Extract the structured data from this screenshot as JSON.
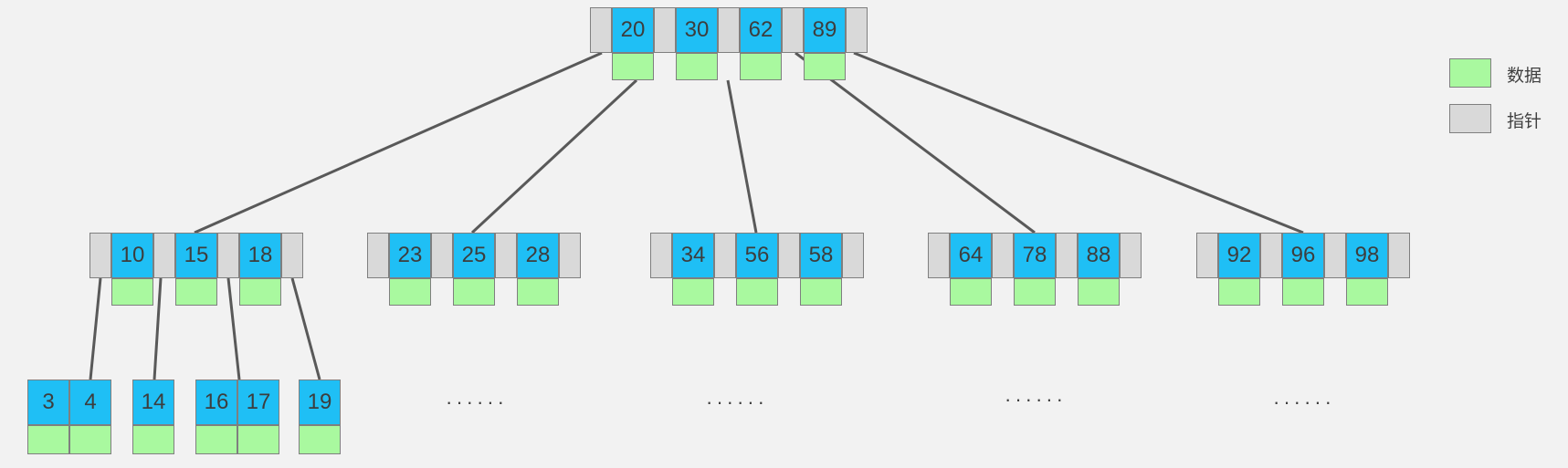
{
  "colors": {
    "key": "#1fbff5",
    "pointer": "#d9d9d9",
    "data": "#a9f99f",
    "border": "#7f7f7f",
    "line": "#595959",
    "background": "#f2f2f2"
  },
  "tree": {
    "root": {
      "keys": [
        "20",
        "30",
        "62",
        "89"
      ]
    },
    "level1": [
      {
        "keys": [
          "10",
          "15",
          "18"
        ]
      },
      {
        "keys": [
          "23",
          "25",
          "28"
        ]
      },
      {
        "keys": [
          "34",
          "56",
          "58"
        ]
      },
      {
        "keys": [
          "64",
          "78",
          "88"
        ]
      },
      {
        "keys": [
          "92",
          "96",
          "98"
        ]
      }
    ],
    "leaves": [
      {
        "keys": [
          "3",
          "4"
        ]
      },
      {
        "keys": [
          "14"
        ]
      },
      {
        "keys": [
          "16",
          "17"
        ]
      },
      {
        "keys": [
          "19"
        ]
      }
    ],
    "ellipses": [
      "······",
      "······",
      "······",
      "······"
    ]
  },
  "legend": {
    "data_label": "数据",
    "pointer_label": "指针"
  }
}
